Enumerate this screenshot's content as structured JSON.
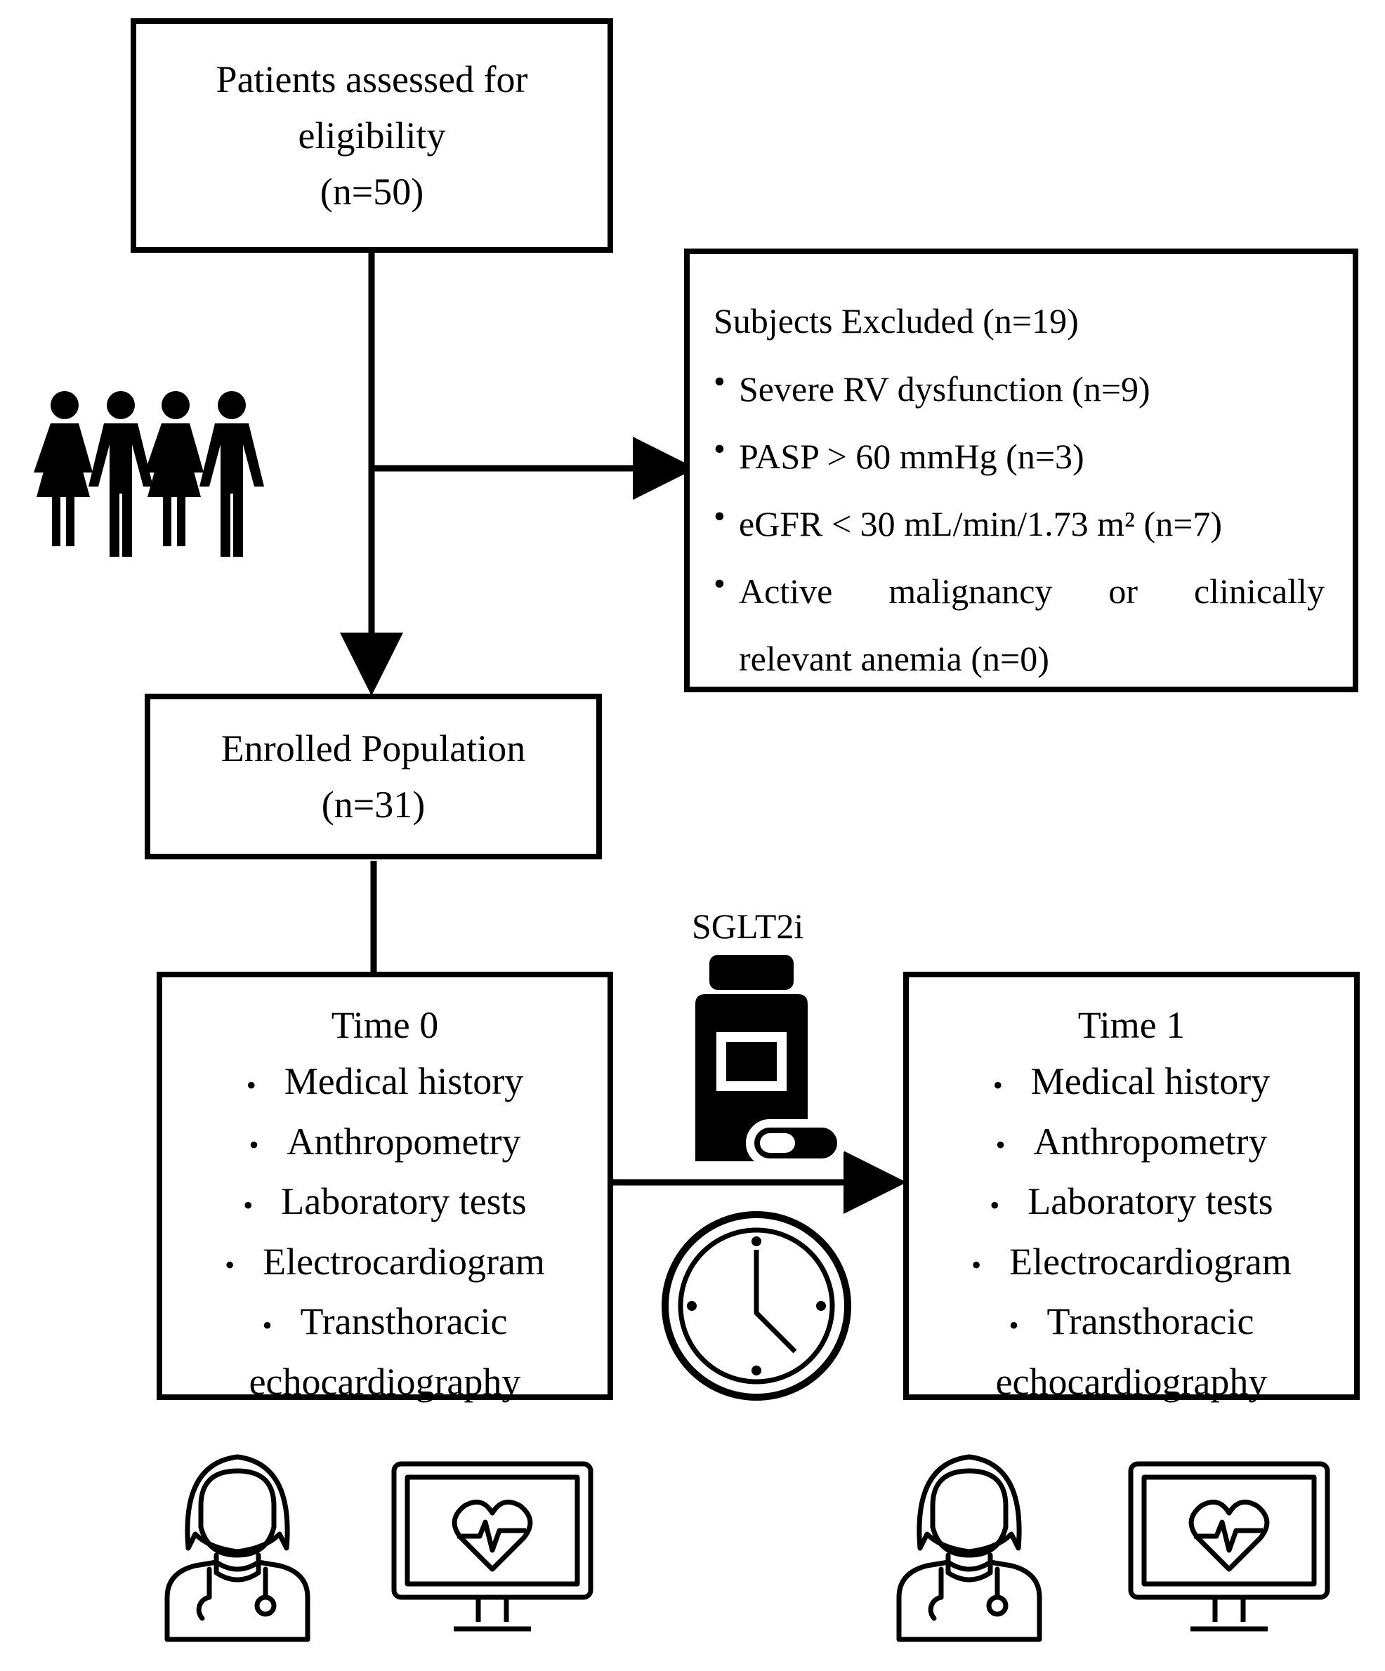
{
  "eligibility": {
    "line1": "Patients assessed for",
    "line2": "eligibility",
    "count": "(n=50)"
  },
  "excluded": {
    "header": "Subjects Excluded (n=19)",
    "items": [
      "Severe RV dysfunction (n=9)",
      "PASP > 60 mmHg  (n=3)",
      "eGFR < 30 mL/min/1.73 m² (n=7)"
    ],
    "item4_line1": "Active malignancy or clinically",
    "item4_line2": "relevant anemia (n=0)"
  },
  "enrolled": {
    "line1": "Enrolled Population",
    "count": "(n=31)"
  },
  "drug_label": "SGLT2i",
  "time0": {
    "title": "Time 0",
    "items": [
      "Medical history",
      "Anthropometry",
      "Laboratory tests",
      "Electrocardiogram",
      "Transthoracic"
    ],
    "last": "echocardiography"
  },
  "time1": {
    "title": "Time 1",
    "items": [
      "Medical history",
      "Anthropometry",
      "Laboratory tests",
      "Electrocardiogram",
      "Transthoracic"
    ],
    "last": "echocardiography"
  },
  "icons": [
    "people-group-icon",
    "medicine-bottle-icon",
    "pill-icon",
    "clock-icon",
    "doctor-icon",
    "heart-monitor-icon"
  ]
}
